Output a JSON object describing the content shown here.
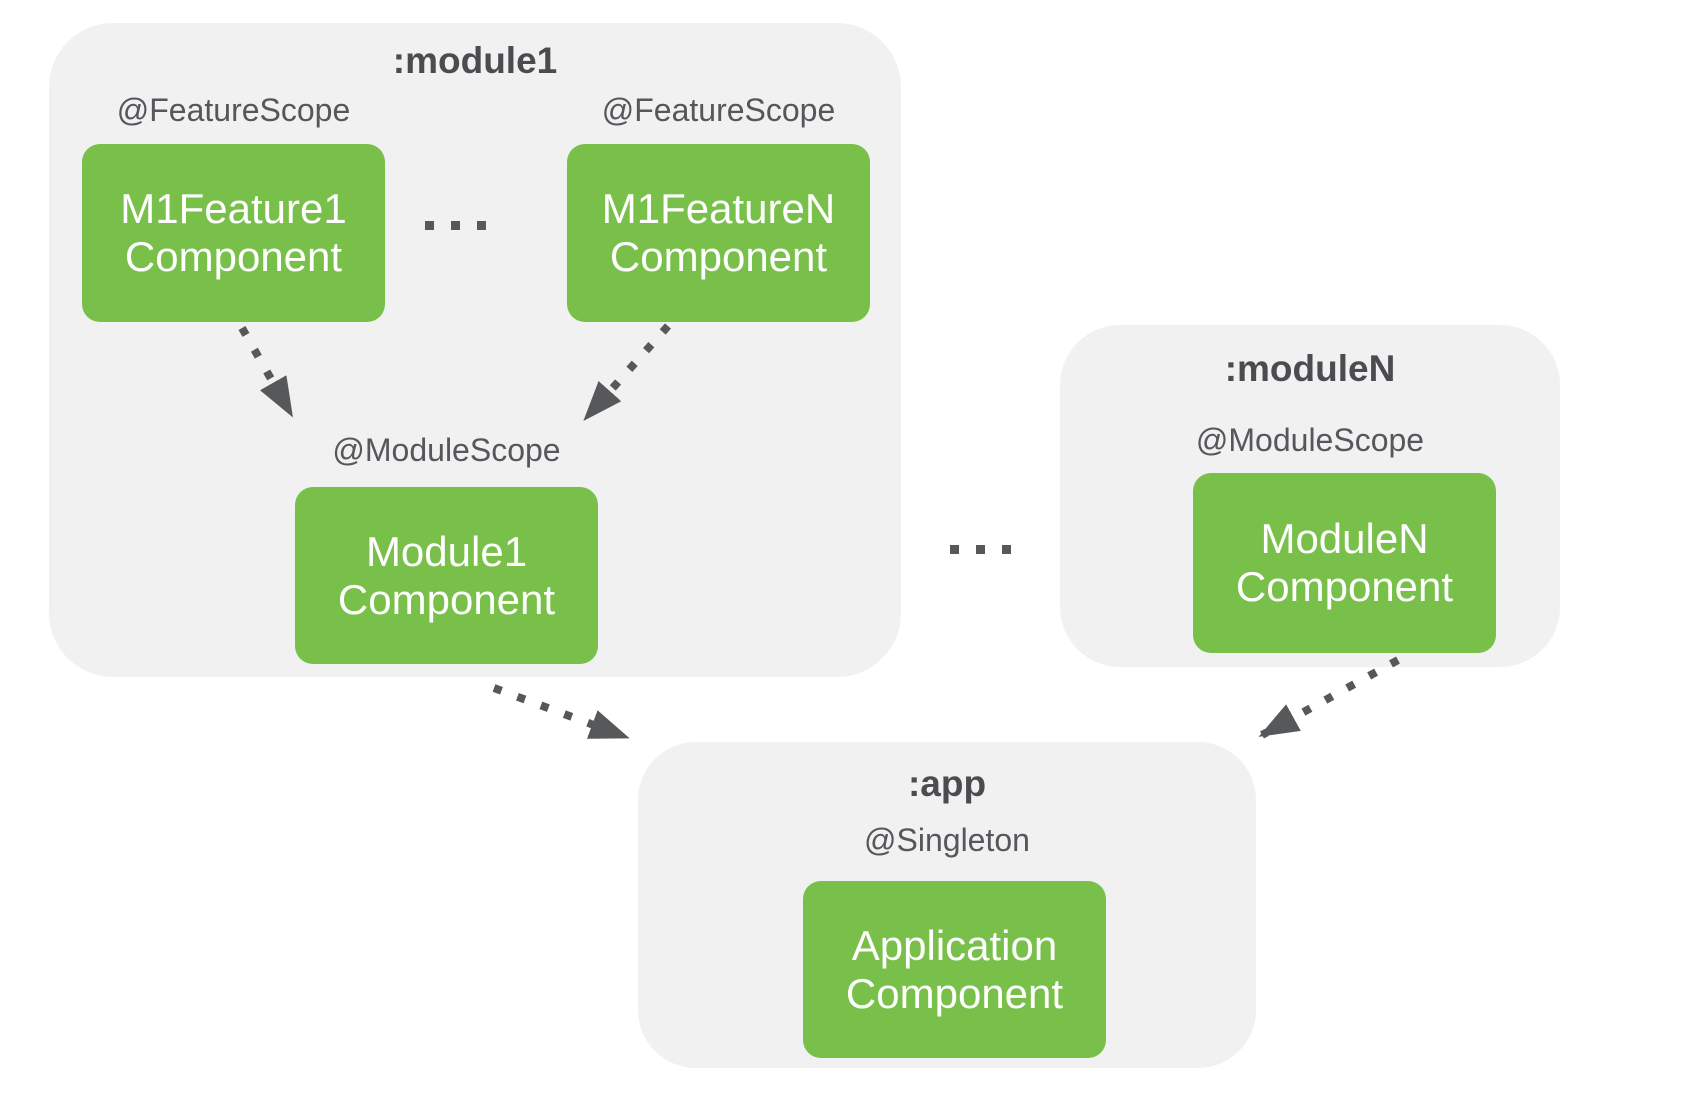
{
  "colors": {
    "background": "#ffffff",
    "group_background": "#f1f1f2",
    "component_green": "#78c04a",
    "component_text": "#ffffff",
    "title_text": "#4a4c4f",
    "label_text": "#55575b",
    "arrow": "#57585a"
  },
  "module1": {
    "title": ":module1",
    "feature1": {
      "scope": "@FeatureScope",
      "box": {
        "line1": "M1Feature1",
        "line2": "Component"
      }
    },
    "featureN": {
      "scope": "@FeatureScope",
      "box": {
        "line1": "M1FeatureN",
        "line2": "Component"
      }
    },
    "module_scope": "@ModuleScope",
    "module_box": {
      "line1": "Module1",
      "line2": "Component"
    }
  },
  "moduleN": {
    "title": ":moduleN",
    "scope": "@ModuleScope",
    "box": {
      "line1": "ModuleN",
      "line2": "Component"
    }
  },
  "app": {
    "title": ":app",
    "scope": "@Singleton",
    "box": {
      "line1": "Application",
      "line2": "Component"
    }
  },
  "separators": {
    "feature_dots": "...",
    "module_dots": "..."
  },
  "arrows": [
    {
      "name": "m1feature1-to-module1"
    },
    {
      "name": "m1featuren-to-module1"
    },
    {
      "name": "module1-to-app"
    },
    {
      "name": "modulen-to-app"
    }
  ]
}
